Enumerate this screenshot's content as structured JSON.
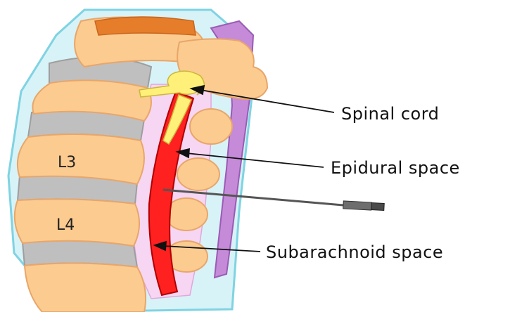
{
  "labels": {
    "spinal_cord": "Spinal cord",
    "epidural_space": "Epidural space",
    "subarachnoid_space": "Subarachnoid space"
  },
  "vertebrae": {
    "l3": "L3",
    "l4": "L4"
  },
  "colors": {
    "bone": "#FCCB90",
    "bone_outline": "#E8A66A",
    "disc": "#BFBFBF",
    "outer_layer": "#D8F3F7",
    "outer_outline": "#7FD3E2",
    "dura": "#F6D6F2",
    "spinal_canal": "#FF2020",
    "spinal_cord": "#FFF07A",
    "ligament": "#C58BD8",
    "cut_bone": "#E67D2A",
    "needle": "#555555"
  }
}
